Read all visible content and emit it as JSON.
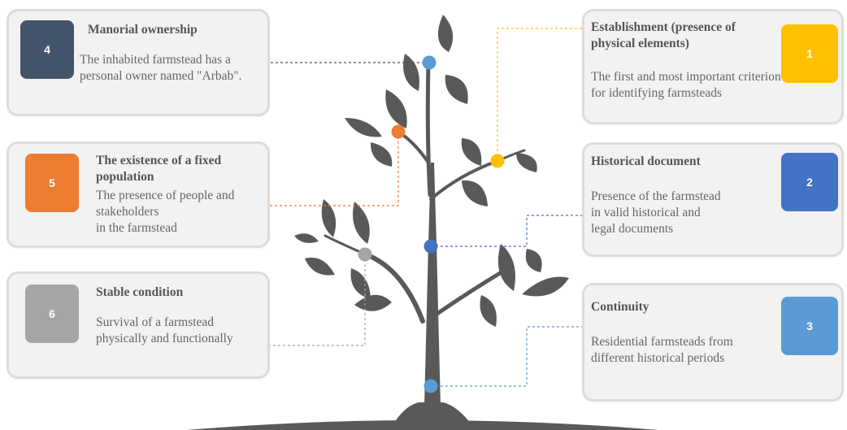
{
  "criteria": [
    {
      "number": "1",
      "title": "Establishment (presence of physical elements)",
      "desc": "The first and most important criterion for identifying farmsteads",
      "color": "#ffc000"
    },
    {
      "number": "2",
      "title": "Historical document",
      "desc": "Presence of the farmstead\n in valid historical and\nlegal documents",
      "color": "#4472c4"
    },
    {
      "number": "3",
      "title": "Continuity",
      "desc": "Residential farmsteads from\ndifferent historical periods",
      "color": "#5b9bd5"
    },
    {
      "number": "4",
      "title": "Manorial ownership",
      "desc": "The inhabited farmstead has a personal owner named \"Arbab\".",
      "color": "#44546a"
    },
    {
      "number": "5",
      "title": "The existence of a fixed population",
      "desc": "The presence of people and\nstakeholders\nin the farmstead",
      "color": "#ed7d31"
    },
    {
      "number": "6",
      "title": "Stable condition",
      "desc": "Survival of a farmstead\nphysically and functionally",
      "color": "#a5a5a5"
    }
  ],
  "colors": {
    "tree": "#595959",
    "card_bg": "#f2f2f3",
    "card_border": "#dcdcdc"
  }
}
